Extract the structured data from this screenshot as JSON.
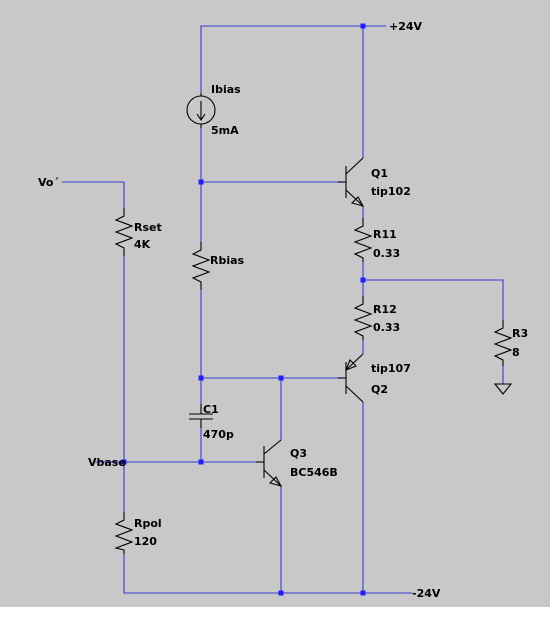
{
  "schematic": {
    "background": "#c8c8c8",
    "wire_color": "#3a3ad6",
    "node_color": "#2020ff",
    "component_color": "#000000",
    "labels": {
      "vpos": "+24V",
      "vneg": "-24V",
      "vo": "Vo´",
      "vbase": "Vbase",
      "ibias_name": "Ibias",
      "ibias_value": "5mA",
      "rbias_name": "Rbias",
      "rset_name": "Rset",
      "rset_value": "4K",
      "rpol_name": "Rpol",
      "rpol_value": "120",
      "c1_name": "C1",
      "c1_value": "470p",
      "q1_name": "Q1",
      "q1_value": "tip102",
      "q2_name": "Q2",
      "q2_value": "tip107",
      "q3_name": "Q3",
      "q3_value": "BC546B",
      "r11_name": "R11",
      "r11_value": "0.33",
      "r12_name": "R12",
      "r12_value": "0.33",
      "r3_name": "R3",
      "r3_value": "8"
    }
  }
}
